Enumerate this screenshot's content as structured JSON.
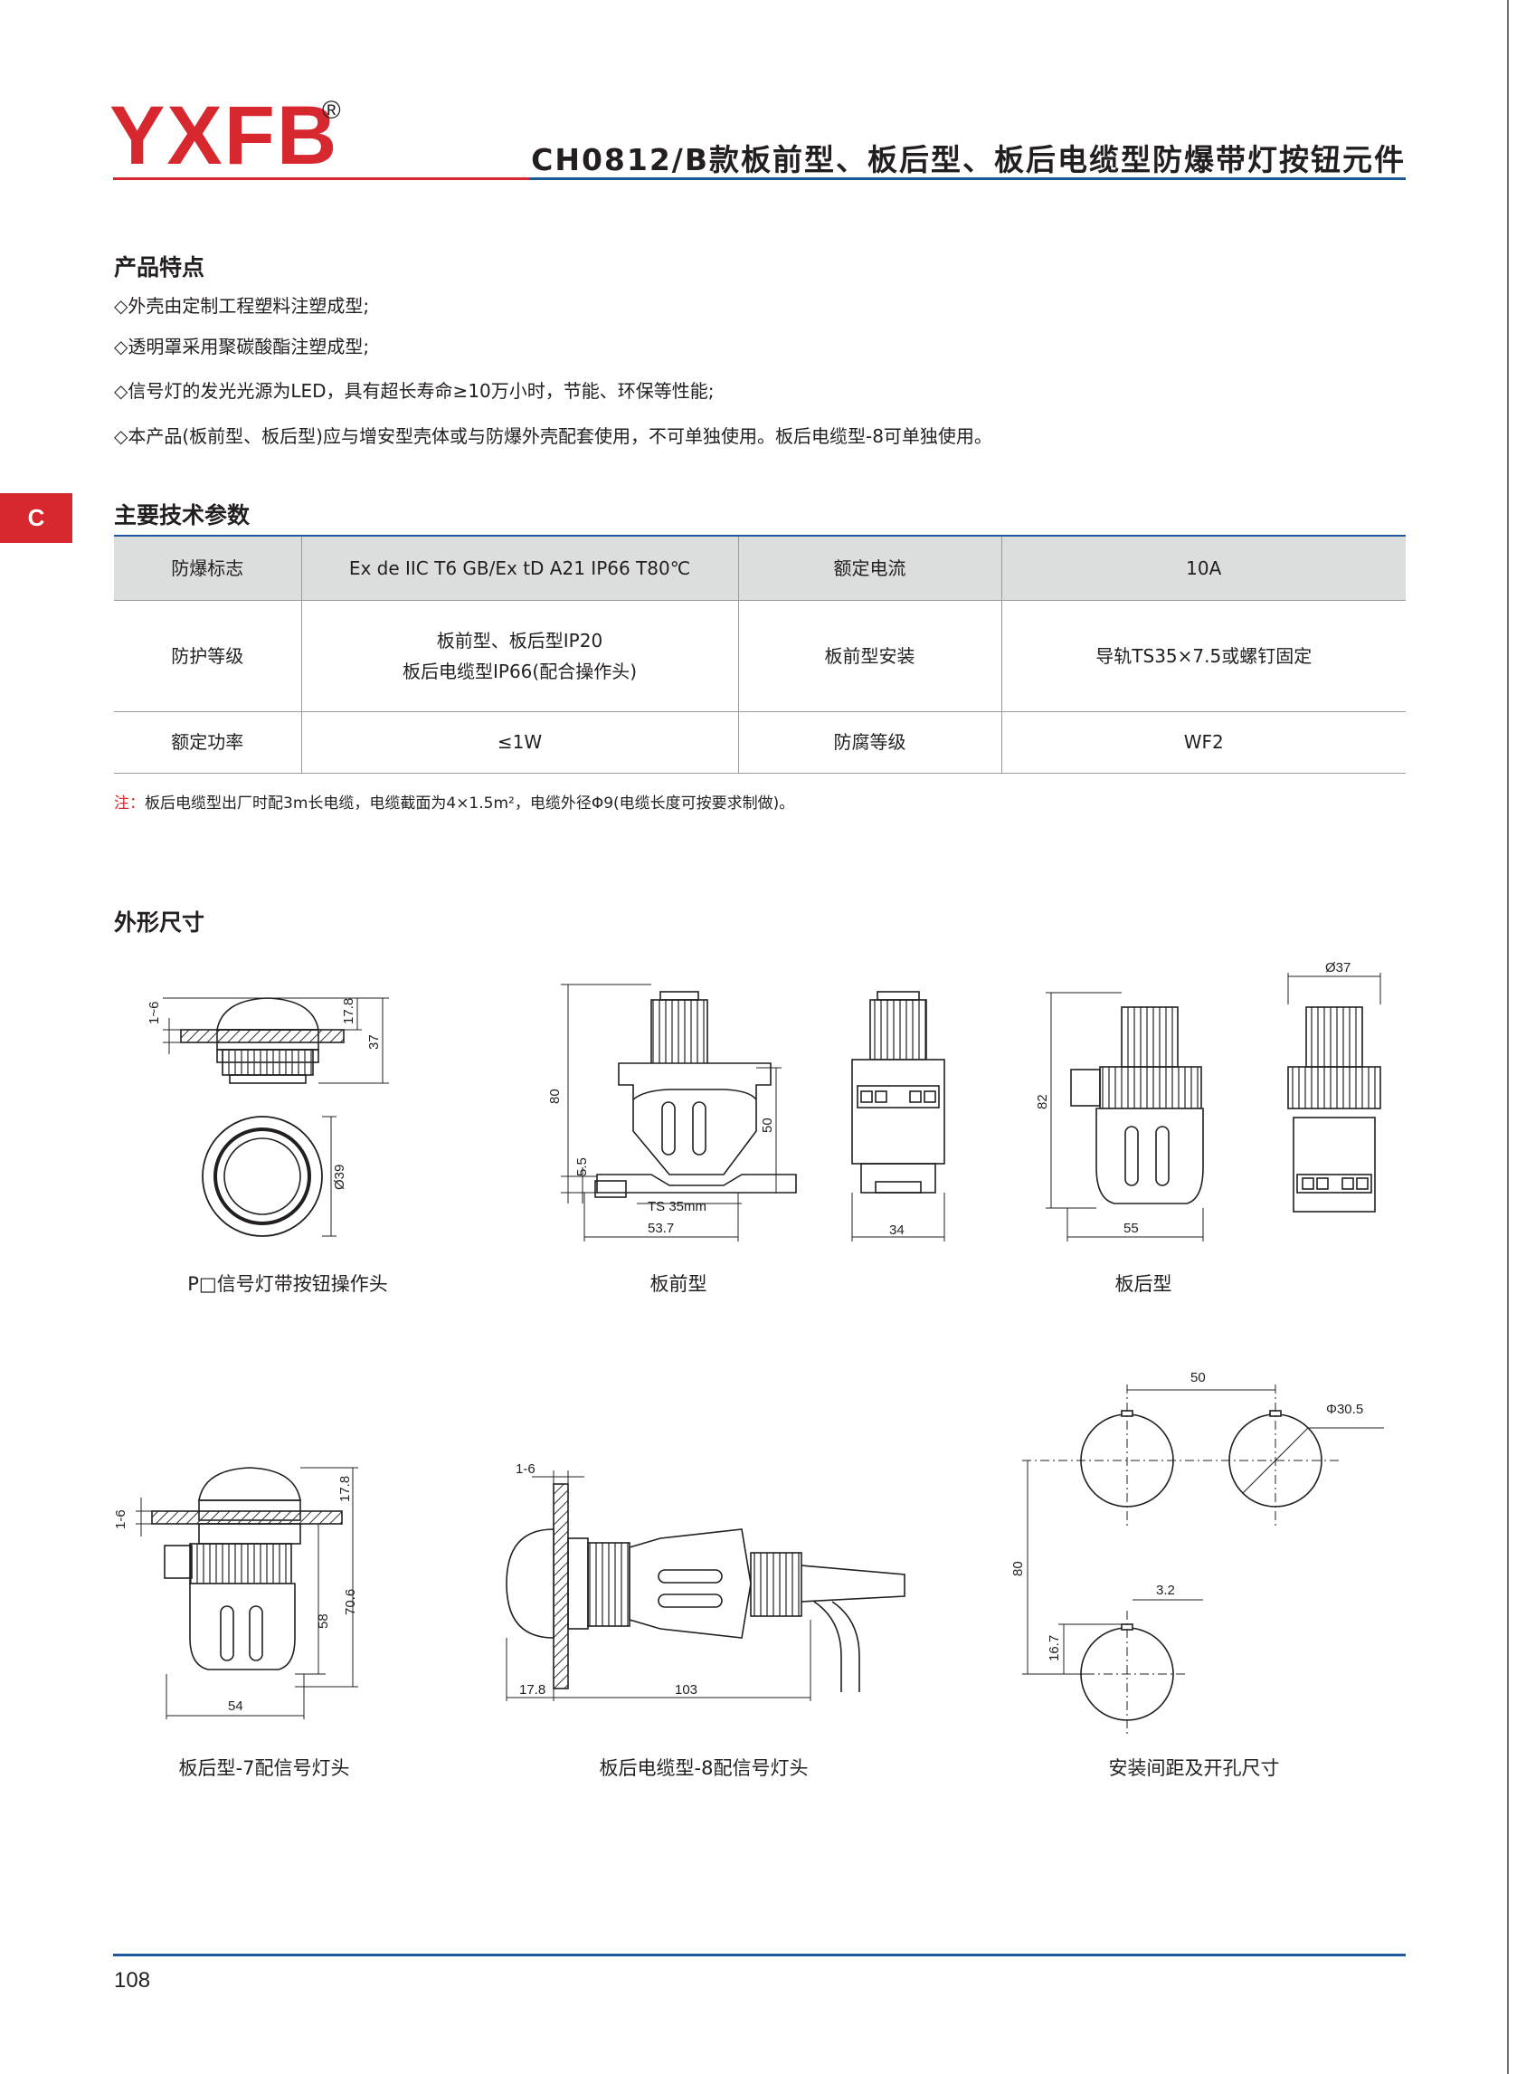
{
  "header": {
    "logo": "YXFB",
    "logo_mark": "®",
    "title": "CH0812/B款板前型、板后型、板后电缆型防爆带灯按钮元件"
  },
  "side_tab": "C",
  "features": {
    "title": "产品特点",
    "items": [
      "◇外壳由定制工程塑料注塑成型;",
      "◇透明罩采用聚碳酸酯注塑成型;",
      "◇信号灯的发光光源为LED，具有超长寿命≥10万小时，节能、环保等性能;",
      "◇本产品(板前型、板后型)应与增安型壳体或与防爆外壳配套使用，不可单独使用。板后电缆型-8可单独使用。"
    ]
  },
  "specs": {
    "title": "主要技术参数",
    "rows": [
      [
        "防爆标志",
        "Ex de IIC T6 GB/Ex tD A21 IP66 T80℃",
        "额定电流",
        "10A"
      ],
      [
        "防护等级",
        "板前型、板后型IP20",
        "板后电缆型IP66(配合操作头)",
        "板前型安装",
        "导轨TS35×7.5或螺钉固定"
      ],
      [
        "额定功率",
        "≤1W",
        "防腐等级",
        "WF2"
      ]
    ]
  },
  "note": {
    "label": "注：",
    "text": "板后电缆型出厂时配3m长电缆，电缆截面为4×1.5m²，电缆外径Φ9(电缆长度可按要求制做)。"
  },
  "dimensions": {
    "title": "外形尺寸",
    "captions": [
      "P□信号灯带按钮操作头",
      "板前型",
      "板后型",
      "板后型-7配信号灯头",
      "板后电缆型-8配信号灯头",
      "安装间距及开孔尺寸"
    ],
    "labels": {
      "d1": "1~6",
      "d2": "17.8",
      "d3": "37",
      "d4": "Ø39",
      "d5": "80",
      "d6": "5.5",
      "d7": "TS 35mm",
      "d8": "53.7",
      "d9": "50",
      "d10": "34",
      "d11": "82",
      "d12": "55",
      "d13": "Ø37",
      "d14": "1-6",
      "d15": "17.8",
      "d16": "58",
      "d17": "70.6",
      "d18": "54",
      "d19": "1-6",
      "d20": "17.8",
      "d21": "103",
      "d22": "50",
      "d23": "Φ30.5",
      "d24": "80",
      "d25": "3.2",
      "d26": "16.7"
    }
  },
  "footer": {
    "page_number": "108"
  },
  "colors": {
    "brand_red": "#d7282f",
    "rule_blue": "#1c5a99",
    "table_header": "#dcdddd"
  }
}
